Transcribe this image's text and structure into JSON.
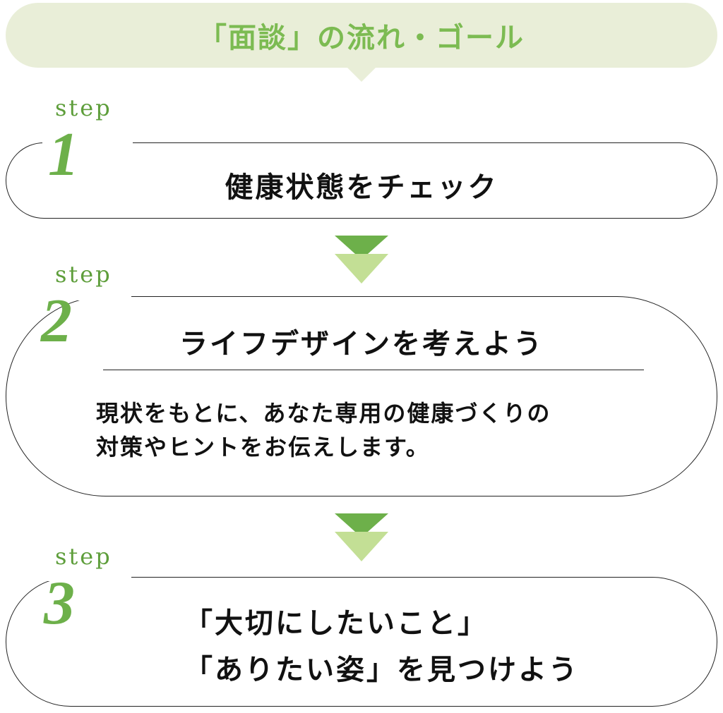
{
  "header": {
    "title": "「面談」の流れ・ゴール"
  },
  "steps": [
    {
      "label": "step",
      "number": "1",
      "title": "健康状態をチェック"
    },
    {
      "label": "step",
      "number": "2",
      "title": "ライフデザインを考えよう",
      "description": [
        "現状をもとに、あなた専用の健康づくりの",
        "対策やヒントをお伝えします。"
      ]
    },
    {
      "label": "step",
      "number": "3",
      "title_lines": [
        "「大切にしたいこと」",
        "「ありたい姿」を見つけよう"
      ]
    }
  ],
  "colors": {
    "accent": "#6db04a",
    "header_bg": "#e9eed8",
    "arrow_dark": "#6db04a",
    "arrow_light": "#c3df95"
  },
  "icons": [
    "arrow-down-icon",
    "arrow-down-icon"
  ]
}
